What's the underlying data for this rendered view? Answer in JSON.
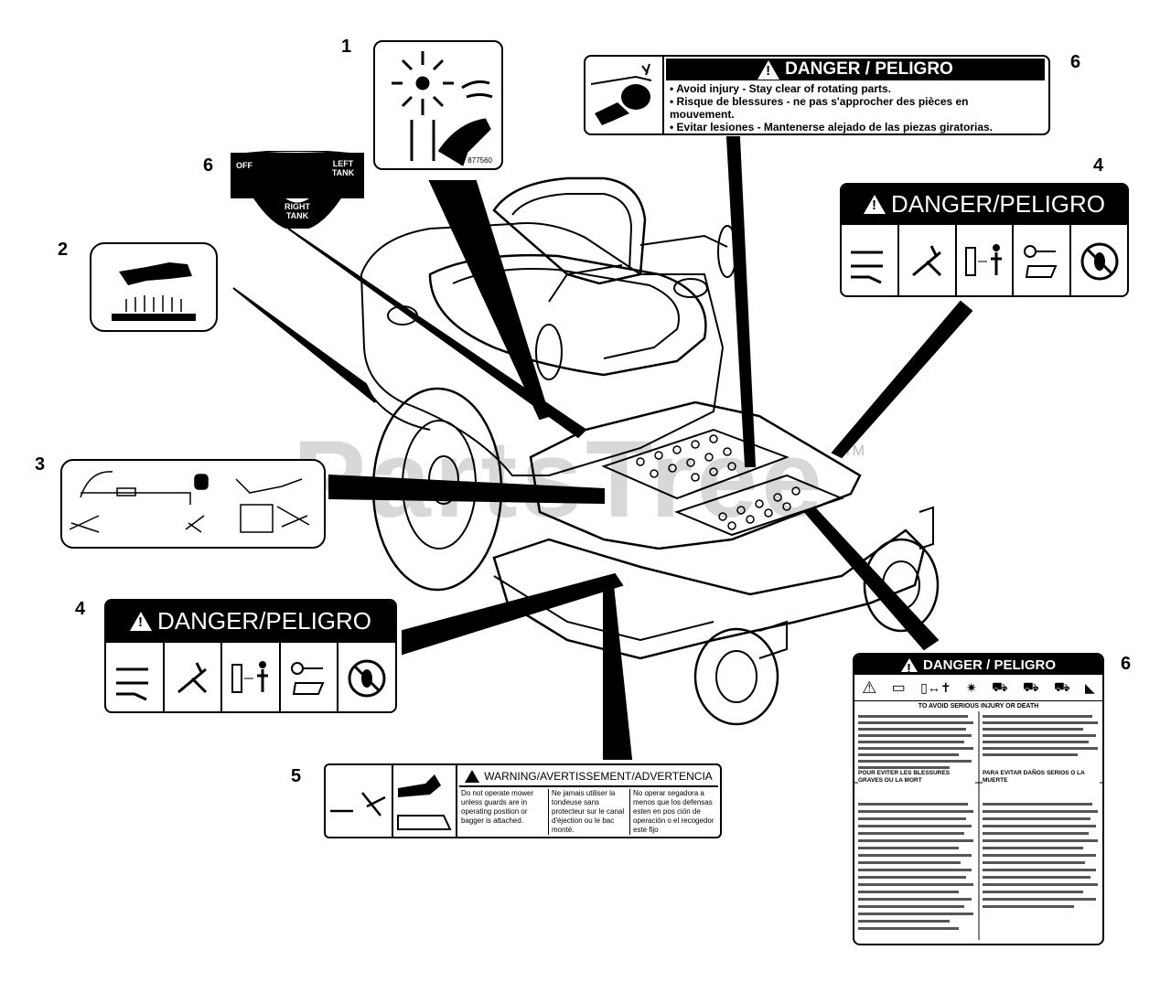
{
  "watermark": {
    "text": "PartsTree",
    "tm": "TM"
  },
  "callouts": [
    "1",
    "6",
    "2",
    "3",
    "4",
    "5",
    "6",
    "4",
    "6"
  ],
  "decal1": {
    "code": "877560"
  },
  "decal_fuel": {
    "off": "OFF",
    "left_tank": "LEFT TANK",
    "right_tank": "RIGHT TANK"
  },
  "decal6_top": {
    "header": "DANGER / PELIGRO",
    "lines": [
      "• Avoid injury - Stay clear of rotating parts.",
      "• Risque de blessures - ne pas s'approcher des pièces en mouvement.",
      "• Evitar lesiones - Mantenerse alejado de las piezas giratorias."
    ]
  },
  "decal4_top": {
    "header": "DANGER/PELIGRO"
  },
  "decal4_bottom": {
    "header": "DANGER/PELIGRO"
  },
  "decal5": {
    "header": "WARNING/AVERTISSEMENT/ADVERTENCIA",
    "col1": "Do not operate mower unless guards are in operating position or bagger is attached.",
    "col2": "Ne jamais utiliser la tondeuse sans protecteur sur le canal d'éjection ou le bac monté.",
    "col3": "No operar segadora a menos que los defensas esten en pos ción de operación o el recogedor este fijo"
  },
  "decal6_bottom": {
    "header": "DANGER / PELIGRO",
    "to_avoid": "TO AVOID SERIOUS INJURY OR DEATH",
    "fr_head": "POUR EVITER LES BLESSURES GRAVES OU LA MORT",
    "es_head": "PARA EVITAR DAÑOS SERIOS O LA MUERTE"
  }
}
